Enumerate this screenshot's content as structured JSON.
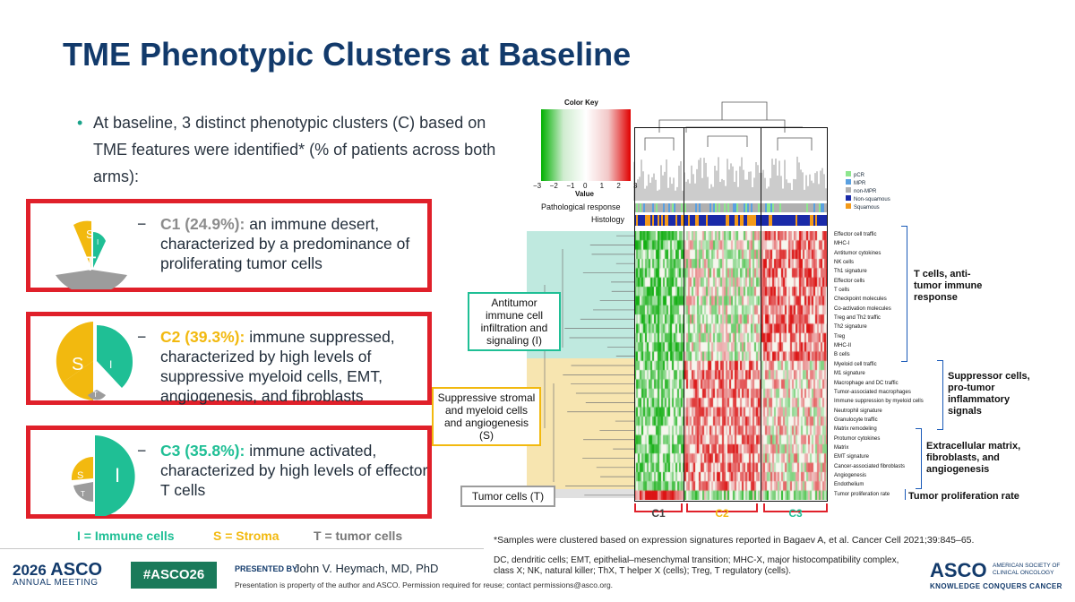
{
  "title": "TME Phenotypic Clusters at Baseline",
  "bullet": "At baseline, 3 distinct phenotypic clusters (C) based on TME features were identified* (% of patients across both arms):",
  "colors": {
    "immune": "#1fbf95",
    "stroma": "#f2b90f",
    "tumor": "#9c9c9c",
    "accent_red": "#e0202a",
    "title": "#123a6b"
  },
  "clusters": [
    {
      "label": "C1 (24.9%):",
      "text": "an immune desert, characterized by a predominance of proliferating tumor cells",
      "color": "#8c8c8c",
      "pie": {
        "S": "S",
        "I": "I",
        "T": "T"
      }
    },
    {
      "label": "C2 (39.3%):",
      "text": "immune suppressed, characterized by high levels of suppressive myeloid cells, EMT, angiogenesis, and fibroblasts",
      "color": "#f2b90f",
      "pie": {
        "S": "S",
        "I": "I",
        "T": "T"
      }
    },
    {
      "label": "C3 (35.8%):",
      "text": "immune activated, characterized by high levels of effector T cells",
      "color": "#1fbf95",
      "pie": {
        "S": "S",
        "I": "I",
        "T": "T"
      }
    }
  ],
  "legend": {
    "immune": "I = Immune cells",
    "stroma": "S = Stroma",
    "tumor": "T = tumor cells"
  },
  "heatmap": {
    "color_key_title": "Color Key",
    "color_key_ticks": [
      "−3",
      "−2",
      "−1",
      "0",
      "1",
      "2",
      "3"
    ],
    "color_key_axis": "Value",
    "annotation_rows": [
      "Pathological response",
      "Histology"
    ],
    "annotation_legend": [
      {
        "label": "pCR",
        "color": "#8ee68e"
      },
      {
        "label": "MPR",
        "color": "#5aa0e0"
      },
      {
        "label": "non-MPR",
        "color": "#b0b0b0"
      },
      {
        "label": "Non-squamous",
        "color": "#1a2aa8"
      },
      {
        "label": "Squamous",
        "color": "#f39a1a"
      }
    ],
    "rows": [
      "Effector cell traffic",
      "MHC-I",
      "Antitumor cytokines",
      "NK cells",
      "Th1 signature",
      "Effector cells",
      "T cells",
      "Checkpoint molecules",
      "Co-activation molecules",
      "Treg and Th2 traffic",
      "Th2 signature",
      "Treg",
      "MHC-II",
      "B cells",
      "Myeloid cell traffic",
      "M1 signature",
      "Macrophage and DC traffic",
      "Tumor-associated macrophages",
      "Immune suppression by myeloid cells",
      "Neutrophil signature",
      "Granulocyte traffic",
      "Matrix remodeling",
      "Protumor cytokines",
      "Matrix",
      "EMT signature",
      "Cancer-associated fibroblasts",
      "Angiogenesis",
      "Endothelium",
      "Tumor proliferation rate"
    ],
    "groups": {
      "immune": "Antitumor immune cell infiltration and signaling (I)",
      "stroma": "Suppressive stromal and myeloid cells and angiogenesis (S)",
      "tumor": "Tumor cells (T)"
    },
    "right_labels": {
      "t_cells": "T cells, anti-tumor immune response",
      "suppressor": "Suppressor cells, pro-tumor inflammatory signals",
      "ecm": "Extracellular matrix, fibroblasts, and angiogenesis",
      "prolif": "Tumor proliferation rate"
    },
    "columns": [
      "C1",
      "C2",
      "C3"
    ]
  },
  "footnote": "*Samples were clustered based on expression signatures reported in Bagaev A, et al. Cancer Cell 2021;39:845–65.",
  "abbreviations": "DC, dendritic cells; EMT, epithelial–mesenchymal transition; MHC-X, major histocompatibility complex, class X; NK, natural killer; ThX, T helper X (cells); Treg, T regulatory (cells).",
  "footer": {
    "year": "2026",
    "asco": "ASCO",
    "meeting": "ANNUAL MEETING",
    "hashtag": "#ASCO26",
    "presented_by": "PRESENTED BY:",
    "presenter": "John V. Heymach, MD, PhD",
    "property": "Presentation is property of the author and ASCO. Permission required for reuse; contact permissions@asco.org.",
    "asco_right": "ASCO",
    "asco_right_sub1": "AMERICAN SOCIETY OF",
    "asco_right_sub2": "CLINICAL ONCOLOGY",
    "tagline": "KNOWLEDGE CONQUERS CANCER"
  }
}
